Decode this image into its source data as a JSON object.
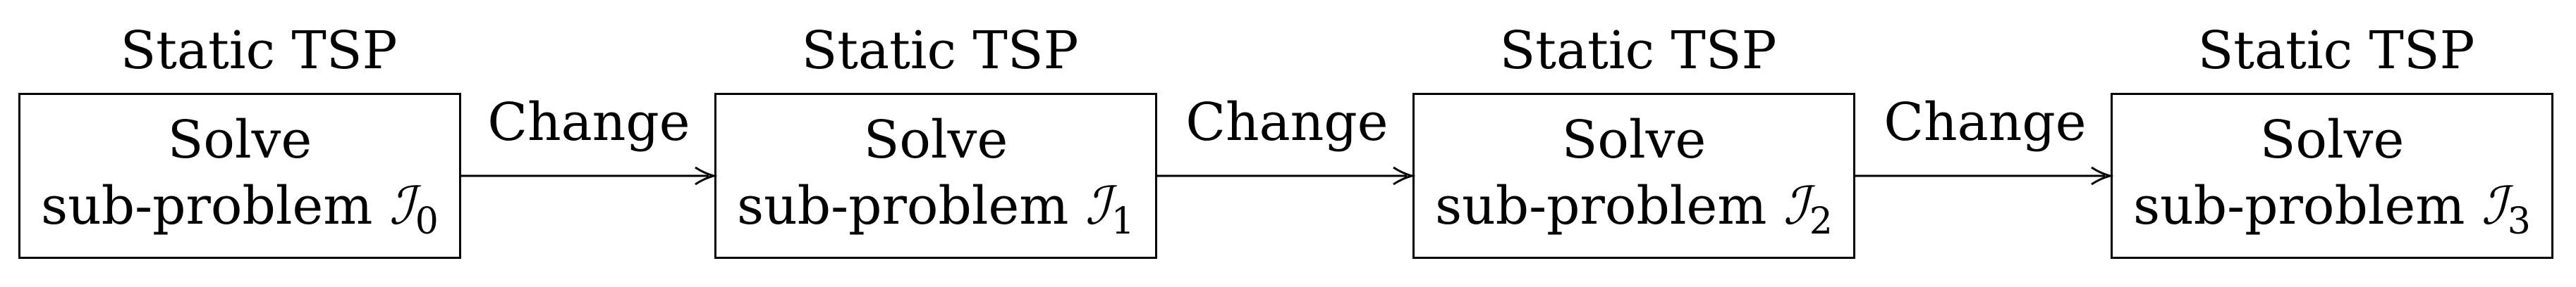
{
  "stages": [
    {
      "title": "Static TSP",
      "line1": "Solve",
      "line2": "sub-problem ",
      "symbol": "ℐ",
      "index": "0"
    },
    {
      "title": "Static TSP",
      "line1": "Solve",
      "line2": "sub-problem ",
      "symbol": "ℐ",
      "index": "1"
    },
    {
      "title": "Static TSP",
      "line1": "Solve",
      "line2": "sub-problem ",
      "symbol": "ℐ",
      "index": "2"
    },
    {
      "title": "Static TSP",
      "line1": "Solve",
      "line2": "sub-problem ",
      "symbol": "ℐ",
      "index": "3"
    }
  ],
  "edges": [
    {
      "label": "Change"
    },
    {
      "label": "Change"
    },
    {
      "label": "Change"
    }
  ],
  "colors": {
    "stroke": "#000000",
    "background": "#ffffff"
  }
}
